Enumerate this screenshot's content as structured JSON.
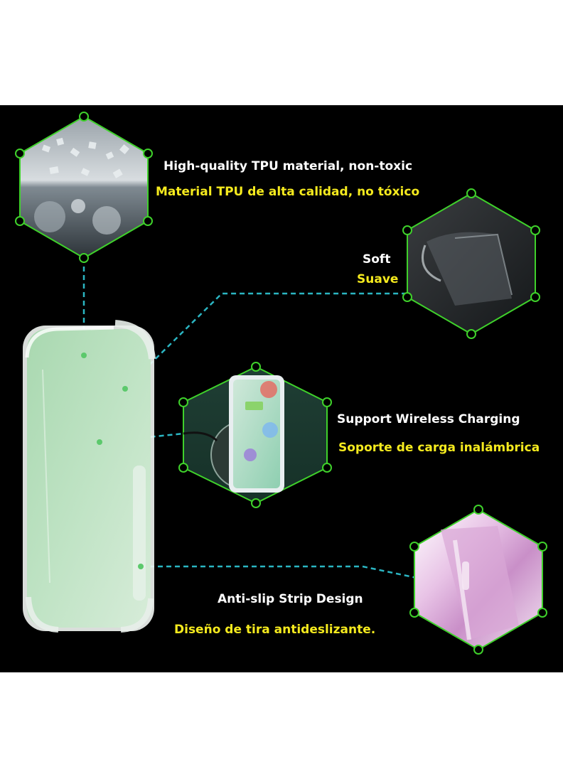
{
  "colors": {
    "background": "#000000",
    "page_margin": "#ffffff",
    "hex_outline": "#3fd12b",
    "connector": "#2bb5c2",
    "english_text": "#ffffff",
    "spanish_text": "#f5ea1e",
    "phone_tint": "#bfe0c4"
  },
  "features": [
    {
      "key": "material",
      "title_en": "High-quality TPU material, non-toxic",
      "title_es": "Material TPU de alta calidad, no tóxico",
      "image": "tpu-pellets-and-drops-photo"
    },
    {
      "key": "soft",
      "title_en": "Soft",
      "title_es": "Suave",
      "image": "soft-flexible-case-photo"
    },
    {
      "key": "wireless",
      "title_en": "Support Wireless Charging",
      "title_es": "Soporte de carga inalámbrica",
      "image": "phone-on-wireless-charger-photo"
    },
    {
      "key": "antislip",
      "title_en": "Anti-slip Strip Design",
      "title_es": "Diseño  de tira antideslizante.",
      "image": "anti-slip-strip-closeup-photo"
    }
  ],
  "product_image": "clear-tpu-phone-case"
}
